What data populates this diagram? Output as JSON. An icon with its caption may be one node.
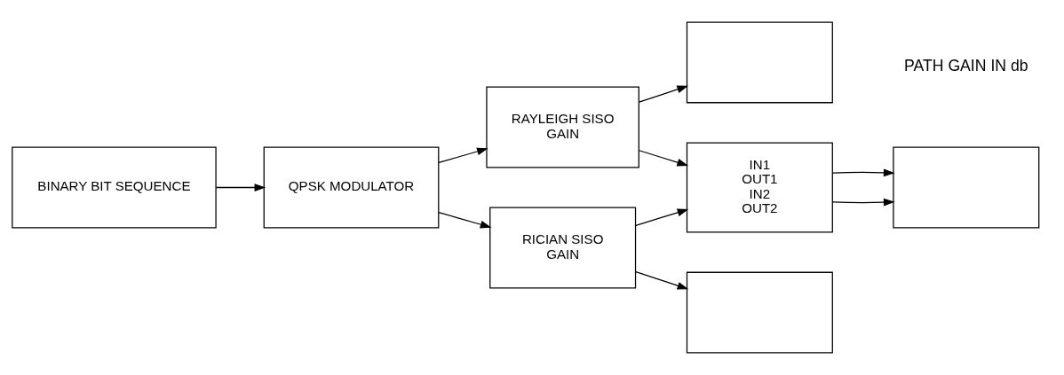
{
  "diagram": {
    "nodes": [
      {
        "text": [
          "BINARY BIT SEQUENCE"
        ]
      },
      {
        "text": [
          "QPSK MODULATOR"
        ]
      },
      {
        "text": [
          "RAYLEIGH SISO",
          "GAIN"
        ]
      },
      {
        "text": [
          "RICIAN SISO",
          "GAIN"
        ]
      },
      {
        "text": [],
        "shape": "box"
      },
      {
        "text": [
          "IN1",
          "OUT1",
          "IN2",
          "OUT2"
        ]
      },
      {
        "text": [],
        "shape": "box"
      },
      {
        "text": [],
        "shape": "box"
      }
    ],
    "edges": [
      {
        "from": 0,
        "to": 1,
        "arrow": "to"
      },
      {
        "from": 1,
        "to": 2,
        "arrow": "to"
      },
      {
        "from": 1,
        "to": 3,
        "arrow": "to"
      },
      {
        "from": 2,
        "to": 4,
        "arrow": "to"
      },
      {
        "from": 2,
        "to": 5,
        "arrow": "to"
      },
      {
        "from": 3,
        "to": 5,
        "arrow": "to"
      },
      {
        "from": 3,
        "to": 7,
        "arrow": "to"
      },
      {
        "from": 5,
        "to": 6,
        "arrow": "to"
      },
      {
        "from": 5,
        "to": 6,
        "arrow": "to"
      }
    ],
    "labels": [
      "PATH GAIN IN db"
    ]
  }
}
